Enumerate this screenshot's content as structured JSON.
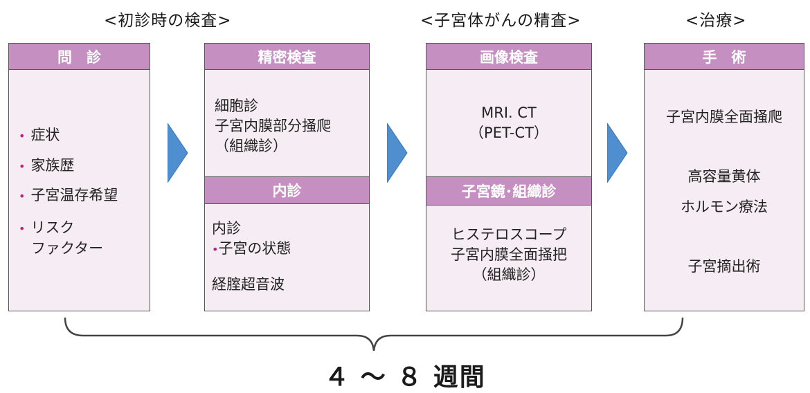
{
  "phases": {
    "initial": "<初診時の検査>",
    "detailed": "<子宮体がんの精査>",
    "treatment": "<治療>"
  },
  "boxes": {
    "interview": {
      "header": "問　診",
      "items": [
        "症状",
        "家族歴",
        "子宮温存希望",
        "リスク",
        "ファクター"
      ]
    },
    "exam": {
      "header1": "精密検査",
      "lines1": [
        "細胞診",
        "子宮内膜部分掻爬",
        "（組織診）"
      ],
      "header2": "内診",
      "lines2": [
        "内診",
        "子宮の状態",
        "経腟超音波"
      ]
    },
    "imaging": {
      "header1": "画像検査",
      "lines1": [
        "MRI. CT",
        "（PET-CT）"
      ],
      "header2": "子宮鏡･組織診",
      "lines2": [
        "ヒステロスコープ",
        "子宮内膜全面掻把",
        "（組織診）"
      ]
    },
    "treatment": {
      "header": "手　術",
      "lines": [
        "子宮内膜全面掻爬",
        "高容量黄体",
        "ホルモン療法",
        "子宮摘出術"
      ]
    }
  },
  "duration": "４ ～ ８ 週間",
  "colors": {
    "header_fill": "#c68fc1",
    "box_fill": "#f6ecf4",
    "arrow": "#4f8fd0",
    "bullet": "#c21e87"
  }
}
